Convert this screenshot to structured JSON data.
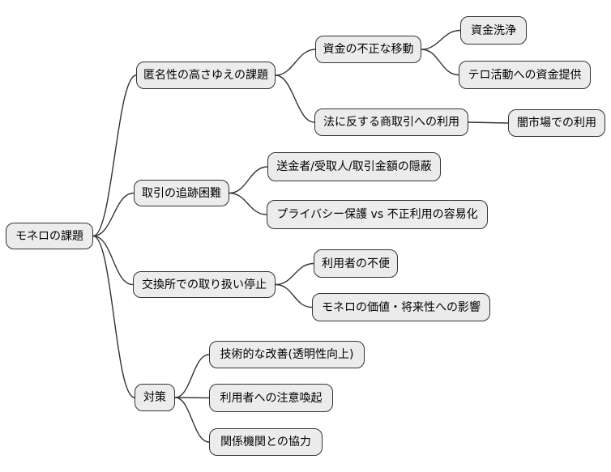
{
  "mindmap": {
    "root": {
      "label": "モネロの課題"
    },
    "branches": [
      {
        "label": "匿名性の高さゆえの課題",
        "children": [
          {
            "label": "資金の不正な移動",
            "children": [
              {
                "label": "資金洗浄"
              },
              {
                "label": "テロ活動への資金提供"
              }
            ]
          },
          {
            "label": "法に反する商取引への利用",
            "children": [
              {
                "label": "闇市場での利用"
              }
            ]
          }
        ]
      },
      {
        "label": "取引の追跡困難",
        "children": [
          {
            "label": "送金者/受取人/取引金額の隠蔽"
          },
          {
            "label": "プライバシー保護 vs 不正利用の容易化"
          }
        ]
      },
      {
        "label": "交換所での取り扱い停止",
        "children": [
          {
            "label": "利用者の不便"
          },
          {
            "label": "モネロの価値・将来性への影響"
          }
        ]
      },
      {
        "label": "対策",
        "children": [
          {
            "label": "技術的な改善(透明性向上)"
          },
          {
            "label": "利用者への注意喚起"
          },
          {
            "label": "関係機関との協力"
          }
        ]
      }
    ],
    "colors": {
      "background": "#ffffff",
      "node_fill": "#ececec",
      "node_border": "#333333",
      "connector": "#333333",
      "text": "#000000"
    }
  }
}
